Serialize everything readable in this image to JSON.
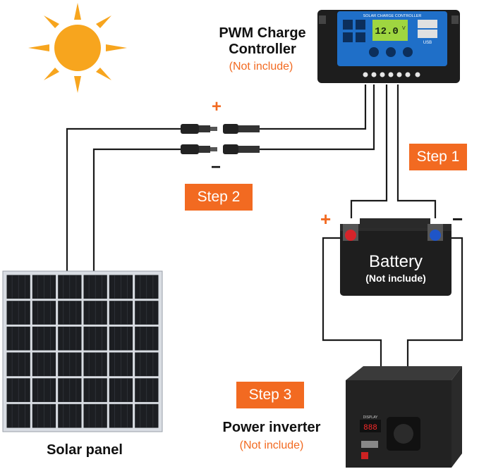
{
  "controller": {
    "title_line1": "PWM Charge",
    "title_line2": "Controller",
    "note": "(Not include)",
    "panel_text": "SOLAR CHARGE CONTROLLER",
    "lcd_value": "12.0",
    "lcd_unit": "V",
    "usb_label": "USB"
  },
  "battery": {
    "title": "Battery",
    "note": "(Not include)",
    "positive_sign": "+",
    "negative_sign": "−"
  },
  "inverter": {
    "title": "Power inverter",
    "note": "(Not include)",
    "display_label": "DISPLAY",
    "display_value": "888"
  },
  "solar_panel": {
    "title": "Solar panel"
  },
  "connectors": {
    "positive_sign": "+",
    "negative_sign": "−"
  },
  "steps": {
    "step1": "Step 1",
    "step2": "Step 2",
    "step3": "Step 3"
  },
  "colors": {
    "accent": "#f26a21",
    "sun": "#f7a51e",
    "wire": "#1a1a1a",
    "controller_blue": "#1f6fc8",
    "terminal_red": "#d6242a",
    "terminal_blue": "#1f55c8"
  },
  "icons": [
    "sun-icon",
    "solar-panel-icon",
    "charge-controller-icon",
    "battery-icon",
    "power-inverter-icon",
    "mc4-connector-icon"
  ]
}
